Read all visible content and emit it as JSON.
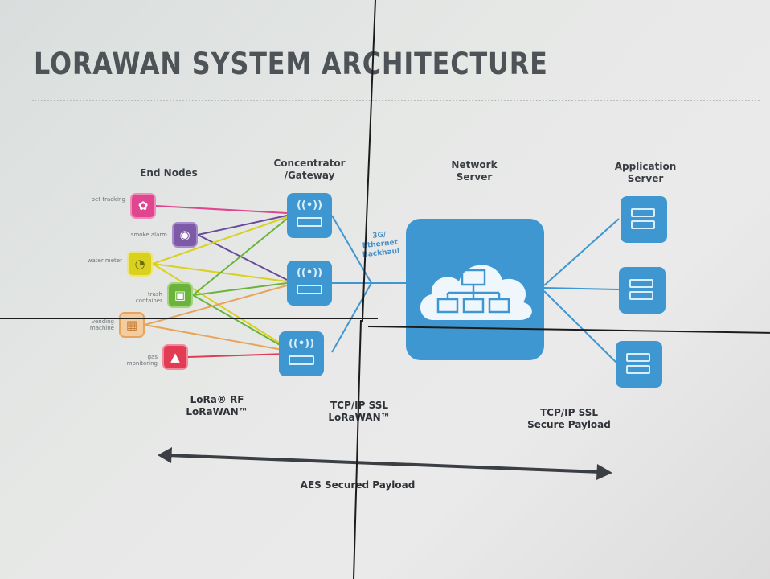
{
  "slide": {
    "title": "LORAWAN SYSTEM ARCHITECTURE"
  },
  "columns": {
    "end_nodes": "End Nodes",
    "gateway_line1": "Concentrator",
    "gateway_line2": "/Gateway",
    "network_line1": "Network",
    "network_line2": "Server",
    "app_line1": "Application",
    "app_line2": "Server"
  },
  "end_nodes": [
    {
      "label": "pet tracking",
      "color": "#e0458f",
      "icon": "paw-icon"
    },
    {
      "label": "smoke alarm",
      "color": "#7c5aa6",
      "icon": "smoke-alarm-icon"
    },
    {
      "label": "water meter",
      "color": "#d9d11e",
      "icon": "water-meter-icon"
    },
    {
      "label": "trash container",
      "color": "#6bb33b",
      "icon": "trash-container-icon"
    },
    {
      "label": "vending machine",
      "color": "#e9a35a",
      "icon": "vending-machine-icon"
    },
    {
      "label": "gas monitoring",
      "color": "#e23c54",
      "icon": "gas-monitoring-icon"
    }
  ],
  "backhaul": {
    "line1": "3G/",
    "line2": "Ethernet",
    "line3": "Backhaul"
  },
  "protocols": {
    "lora_line1": "LoRa® RF",
    "lora_line2": "LoRaWAN™",
    "tcp_line1": "TCP/IP SSL",
    "tcp_line2": "LoRaWAN™",
    "secure_line1": "TCP/IP SSL",
    "secure_line2": "Secure Payload"
  },
  "span_arrow": {
    "label": "AES Secured Payload"
  },
  "colors": {
    "accent_blue": "#3f97d2",
    "title_gray": "#4e5357"
  }
}
